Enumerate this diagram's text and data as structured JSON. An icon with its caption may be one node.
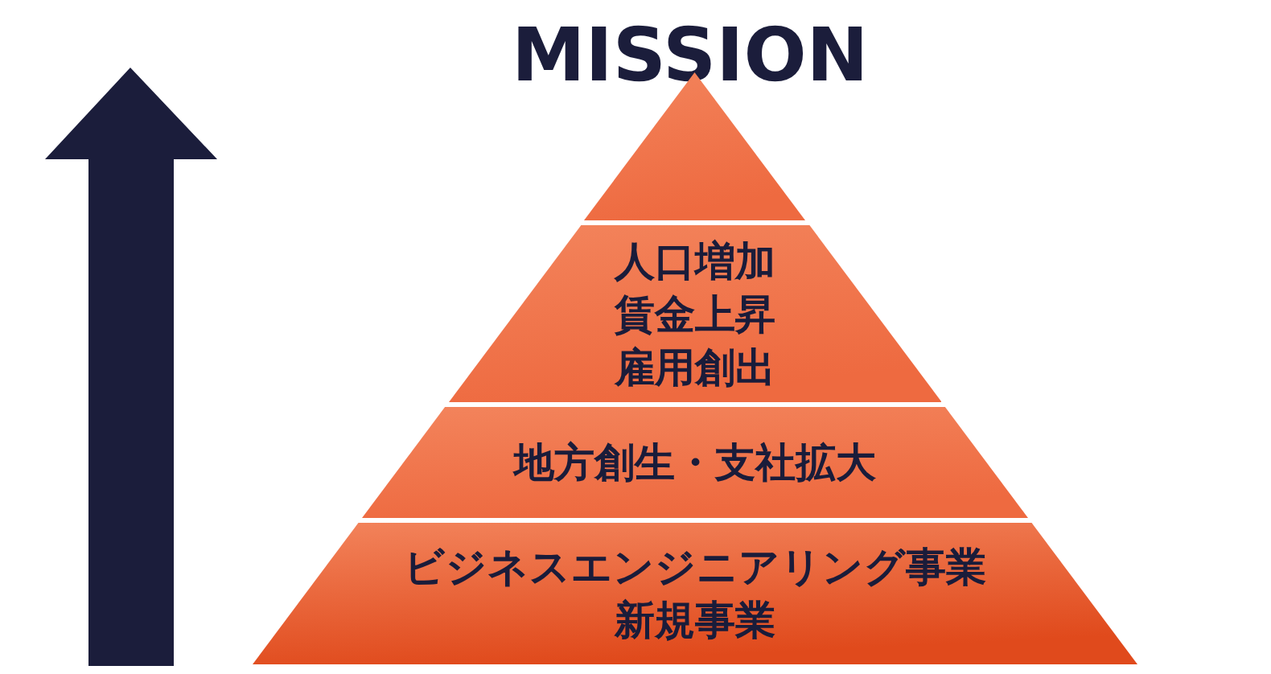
{
  "diagram": {
    "title": "MISSION",
    "nodes": [
      {
        "text": [],
        "shape": "triangle"
      },
      {
        "text": [
          "人口増加",
          "賃金上昇",
          "雇用創出"
        ]
      },
      {
        "text": [
          "地方創生・支社拡大"
        ]
      },
      {
        "text": [
          "ビジネスエンジニアリング事業",
          "新規事業"
        ]
      }
    ]
  }
}
